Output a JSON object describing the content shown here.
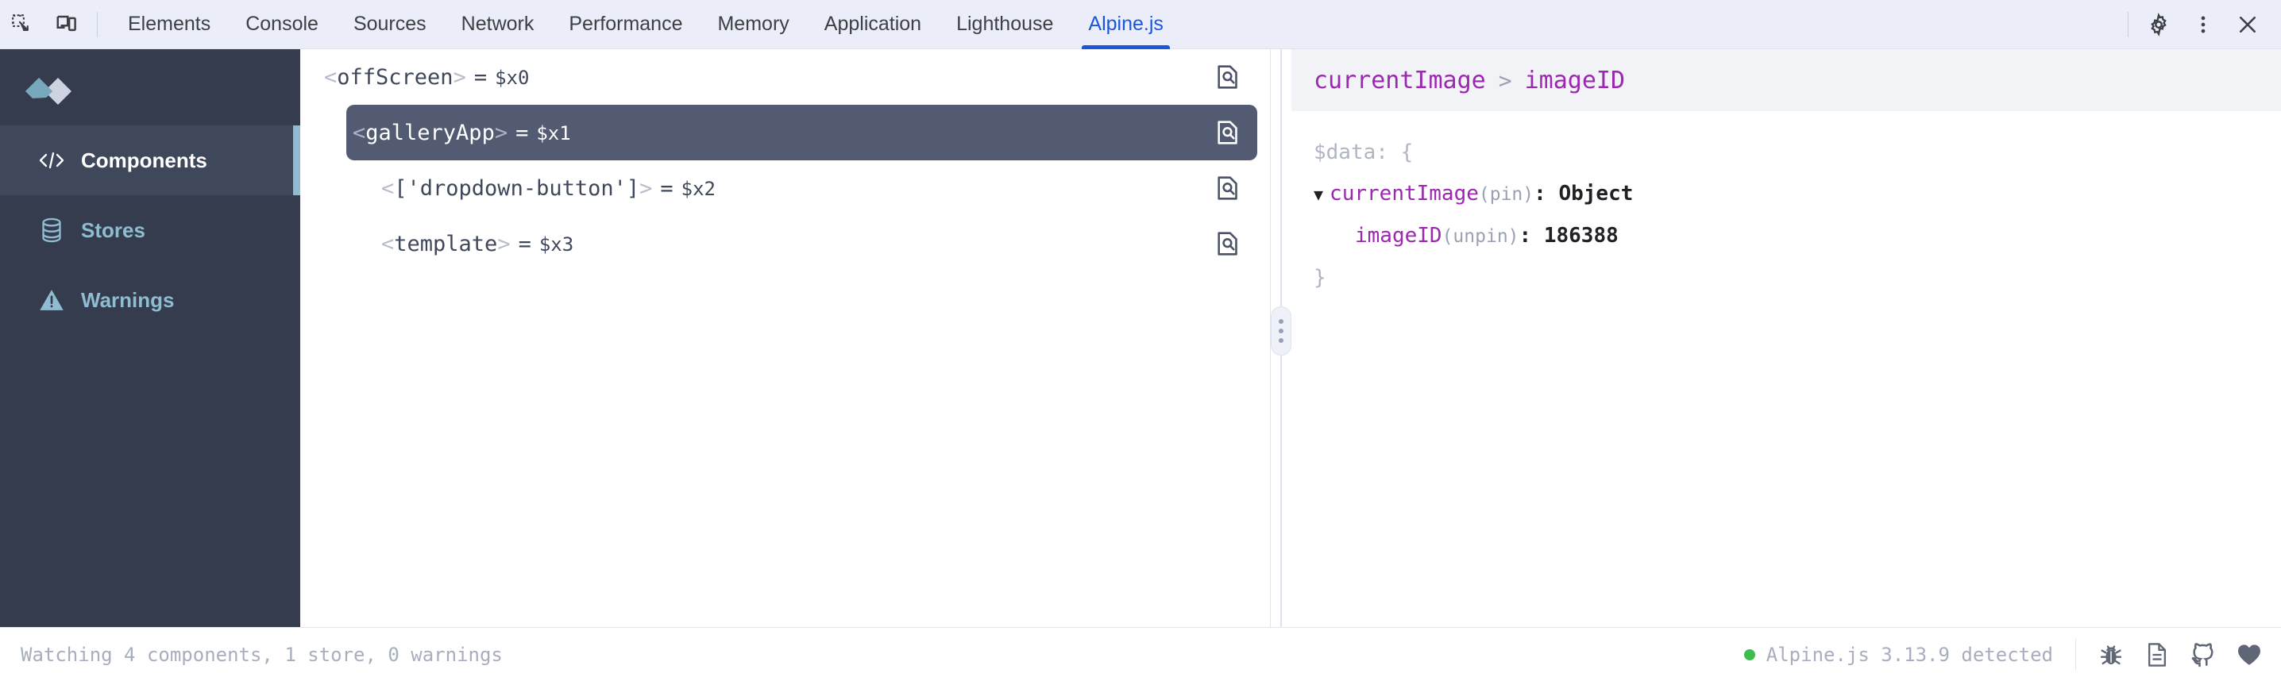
{
  "devtools": {
    "left_icons": [
      {
        "name": "inspect-element-icon",
        "label": "Inspect element"
      },
      {
        "name": "device-toolbar-icon",
        "label": "Toggle device toolbar"
      }
    ],
    "tabs": [
      {
        "label": "Elements",
        "active": false
      },
      {
        "label": "Console",
        "active": false
      },
      {
        "label": "Sources",
        "active": false
      },
      {
        "label": "Network",
        "active": false
      },
      {
        "label": "Performance",
        "active": false
      },
      {
        "label": "Memory",
        "active": false
      },
      {
        "label": "Application",
        "active": false
      },
      {
        "label": "Lighthouse",
        "active": false
      },
      {
        "label": "Alpine.js",
        "active": true
      }
    ],
    "right_icons": [
      {
        "name": "gear-icon",
        "label": "Settings"
      },
      {
        "name": "kebab-menu-icon",
        "label": "More options"
      },
      {
        "name": "close-icon",
        "label": "Close DevTools"
      }
    ],
    "accent_color": "#1a56db",
    "toolbar_bg": "#ebeef9"
  },
  "sidebar": {
    "logo_name": "alpinejs-logo",
    "bg_color": "#343c4e",
    "accent_color": "#8fbcd0",
    "items": [
      {
        "label": "Components",
        "icon": "code-brackets-icon",
        "active": true
      },
      {
        "label": "Stores",
        "icon": "database-icon",
        "active": false
      },
      {
        "label": "Warnings",
        "icon": "warning-triangle-icon",
        "active": false
      }
    ]
  },
  "tree": {
    "rows": [
      {
        "open": "<",
        "tag": "offScreen",
        "close": ">",
        "eq": "=",
        "ref": "$x0",
        "indent": 0,
        "selected": false,
        "inspect_icon": "inspect-document-icon"
      },
      {
        "open": "<",
        "tag": "galleryApp",
        "close": ">",
        "eq": "=",
        "ref": "$x1",
        "indent": 1,
        "selected": true,
        "inspect_icon": "inspect-document-icon"
      },
      {
        "open": "<",
        "tag": "['dropdown-button']",
        "close": ">",
        "eq": "=",
        "ref": "$x2",
        "indent": 2,
        "selected": false,
        "inspect_icon": "inspect-document-icon"
      },
      {
        "open": "<",
        "tag": "template",
        "close": ">",
        "eq": "=",
        "ref": "$x3",
        "indent": 2,
        "selected": false,
        "inspect_icon": "inspect-document-icon"
      }
    ]
  },
  "splitter": {
    "name": "pane-splitter",
    "dots": 3
  },
  "data_panel": {
    "breadcrumb": [
      {
        "label": "currentImage"
      },
      {
        "label": "imageID"
      }
    ],
    "breadcrumb_separator": ">",
    "rows": [
      {
        "kind": "open",
        "text": "$data: {"
      },
      {
        "kind": "object",
        "caret": "▼",
        "key": "currentImage",
        "meta": "(pin)",
        "colon": ":",
        "value": "Object",
        "indent": 0
      },
      {
        "kind": "prop",
        "key": "imageID",
        "meta": "(unpin)",
        "colon": ":",
        "value": "186388",
        "indent": 1
      },
      {
        "kind": "close",
        "text": "}"
      }
    ],
    "key_color": "#9c27b0"
  },
  "statusbar": {
    "watching_text": "Watching 4 components, 1 store, 0 warnings",
    "detected_text": "Alpine.js 3.13.9 detected",
    "status_dot_color": "#3dbd4e",
    "icons": [
      {
        "name": "bug-icon",
        "label": "Report a bug"
      },
      {
        "name": "docs-icon",
        "label": "Documentation"
      },
      {
        "name": "github-icon",
        "label": "GitHub"
      },
      {
        "name": "heart-icon",
        "label": "Sponsor"
      }
    ]
  }
}
